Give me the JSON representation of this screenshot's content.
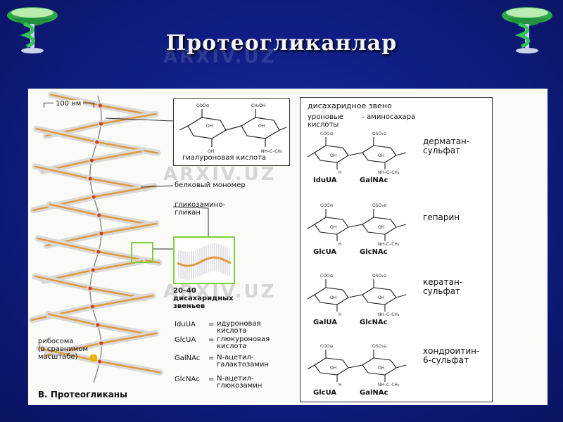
{
  "title": "Протеогликанлар",
  "figure": {
    "scale_bar": "100 нм",
    "caption": "В. Протеогликаны",
    "hyaluronic_label": "гиалуроновая кислота",
    "protein_monomer_label": "белковый мономер",
    "gag_label": "гликозамино-\nгликан",
    "disaccharide_count_label": "20–40\nдисахаридных\nзвеньев",
    "ribosome_label": "рибосома\n(в сравнимом\nмасштабе)",
    "disaccharide_header": "дисахаридное звено",
    "uronic_label": "уроновые\nкислоты",
    "amino_label": "– аминосахара",
    "legend": [
      {
        "abbr": "IduUA",
        "eq": "=",
        "def": "идуроновая\nкислота"
      },
      {
        "abbr": "GlcUA",
        "eq": "=",
        "def": "глюкуроновая\nкислота"
      },
      {
        "abbr": "GalNAc",
        "eq": "=",
        "def": "N-ацетил-\nгалактозамин"
      },
      {
        "abbr": "GlcNAc",
        "eq": "=",
        "def": "N-ацетил-\nглюкозамин"
      }
    ],
    "structures": [
      {
        "name": "дерматан-\nсульфат",
        "a": "IduUA",
        "b": "GalNAc"
      },
      {
        "name": "гепарин",
        "a": "GlcUA",
        "b": "GlcNAc"
      },
      {
        "name": "кератан-\nсульфат",
        "a": "GalUA",
        "b": "GlcNAc"
      },
      {
        "name": "хондроитин-\n6-сульфат",
        "a": "GlcUA",
        "b": "GalNAc"
      }
    ]
  },
  "watermark": "ARXIV.UZ",
  "colors": {
    "background": "#101f86",
    "highlight_box": "#7ad23a",
    "brush": "#e09a40",
    "core": "#d04020"
  }
}
